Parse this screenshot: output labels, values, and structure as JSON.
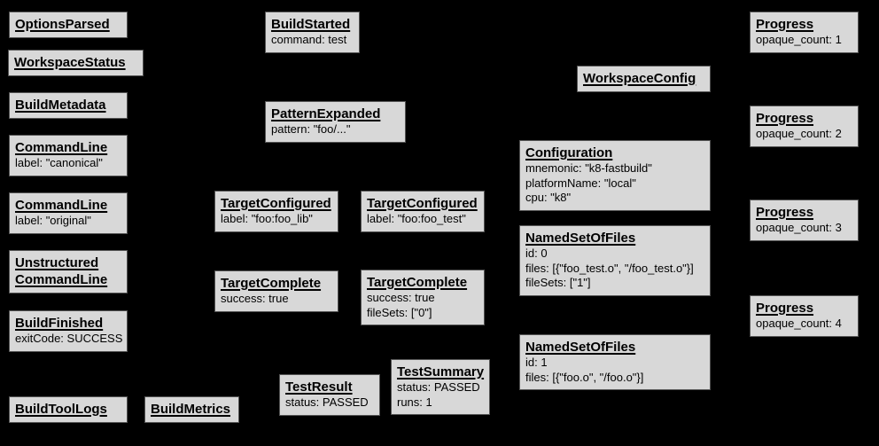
{
  "canvas": {
    "background_color": "#000000",
    "box_fill_color": "#d8d8d8",
    "box_border_color": "#545454",
    "text_color": "#000000"
  },
  "boxes": [
    {
      "title": "OptionsParsed",
      "lines": []
    },
    {
      "title": "WorkspaceStatus",
      "lines": []
    },
    {
      "title": "BuildMetadata",
      "lines": []
    },
    {
      "title": "CommandLine",
      "lines": [
        "label: \"canonical\""
      ]
    },
    {
      "title": "CommandLine",
      "lines": [
        "label: \"original\""
      ]
    },
    {
      "title": "Unstructured CommandLine",
      "lines": []
    },
    {
      "title": "BuildFinished",
      "lines": [
        "exitCode: SUCCESS"
      ]
    },
    {
      "title": "BuildToolLogs",
      "lines": []
    },
    {
      "title": "BuildMetrics",
      "lines": []
    },
    {
      "title": "BuildStarted",
      "lines": [
        "command: test"
      ]
    },
    {
      "title": "PatternExpanded",
      "lines": [
        "pattern: \"foo/...\""
      ]
    },
    {
      "title": "TargetConfigured",
      "lines": [
        "label: \"foo:foo_lib\""
      ]
    },
    {
      "title": "TargetConfigured",
      "lines": [
        "label: \"foo:foo_test\""
      ]
    },
    {
      "title": "TargetComplete",
      "lines": [
        "success: true"
      ]
    },
    {
      "title": "TargetComplete",
      "lines": [
        "success: true",
        "fileSets: [\"0\"]"
      ]
    },
    {
      "title": "TestResult",
      "lines": [
        "status: PASSED"
      ]
    },
    {
      "title": "TestSummary",
      "lines": [
        "status: PASSED",
        "runs: 1"
      ]
    },
    {
      "title": "WorkspaceConfig",
      "lines": []
    },
    {
      "title": "Configuration",
      "lines": [
        "mnemonic: \"k8-fastbuild\"",
        "platformName: \"local\"",
        "cpu: \"k8\""
      ]
    },
    {
      "title": "NamedSetOfFiles",
      "lines": [
        "id: 0",
        "files: [{\"foo_test.o\", \"/foo_test.o\"}]",
        "fileSets: [\"1\"]"
      ]
    },
    {
      "title": "NamedSetOfFiles",
      "lines": [
        "id: 1",
        "files: [{\"foo.o\", \"/foo.o\"}]"
      ]
    },
    {
      "title": "Progress",
      "lines": [
        "opaque_count: 1"
      ]
    },
    {
      "title": "Progress",
      "lines": [
        "opaque_count: 2"
      ]
    },
    {
      "title": "Progress",
      "lines": [
        "opaque_count: 3"
      ]
    },
    {
      "title": "Progress",
      "lines": [
        "opaque_count: 4"
      ]
    }
  ]
}
